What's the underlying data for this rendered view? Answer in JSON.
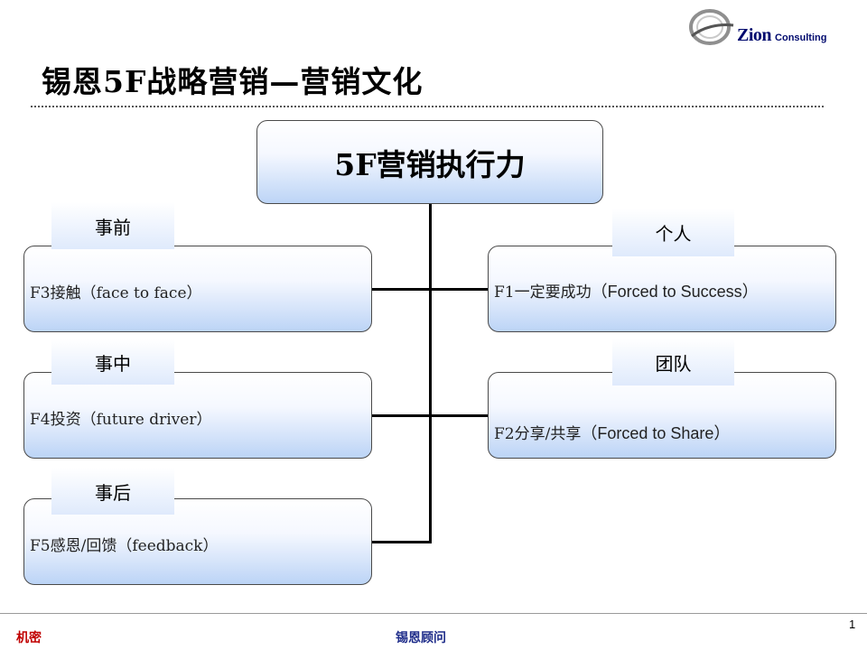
{
  "logo": {
    "name": "Zion",
    "tagline": "Consulting"
  },
  "title": "锡恩5F战略营销—营销文化",
  "diagram": {
    "center": "5F营销执行力",
    "left": [
      {
        "tag": "事前",
        "label_cn": "F3接触",
        "label_en": "（face to face）"
      },
      {
        "tag": "事中",
        "label_cn": "F4投资",
        "label_en": "（future driver）"
      },
      {
        "tag": "事后",
        "label_cn": "F5感恩/回馈",
        "label_en": "（feedback）"
      }
    ],
    "right": [
      {
        "tag": "个人",
        "label_cn": "F1一定要成功",
        "label_en": "（Forced to Success）"
      },
      {
        "tag": "团队",
        "label_cn": "F2分享/共享",
        "label_en": "（Forced to Share）"
      }
    ]
  },
  "footer": {
    "left": "机密",
    "center": "锡恩顾问",
    "page": "1"
  },
  "colors": {
    "accent_text": "#000a6e",
    "footer_left": "#c00000",
    "footer_center": "#1f2d8a",
    "box_gradient_end": "#bcd4f6"
  }
}
